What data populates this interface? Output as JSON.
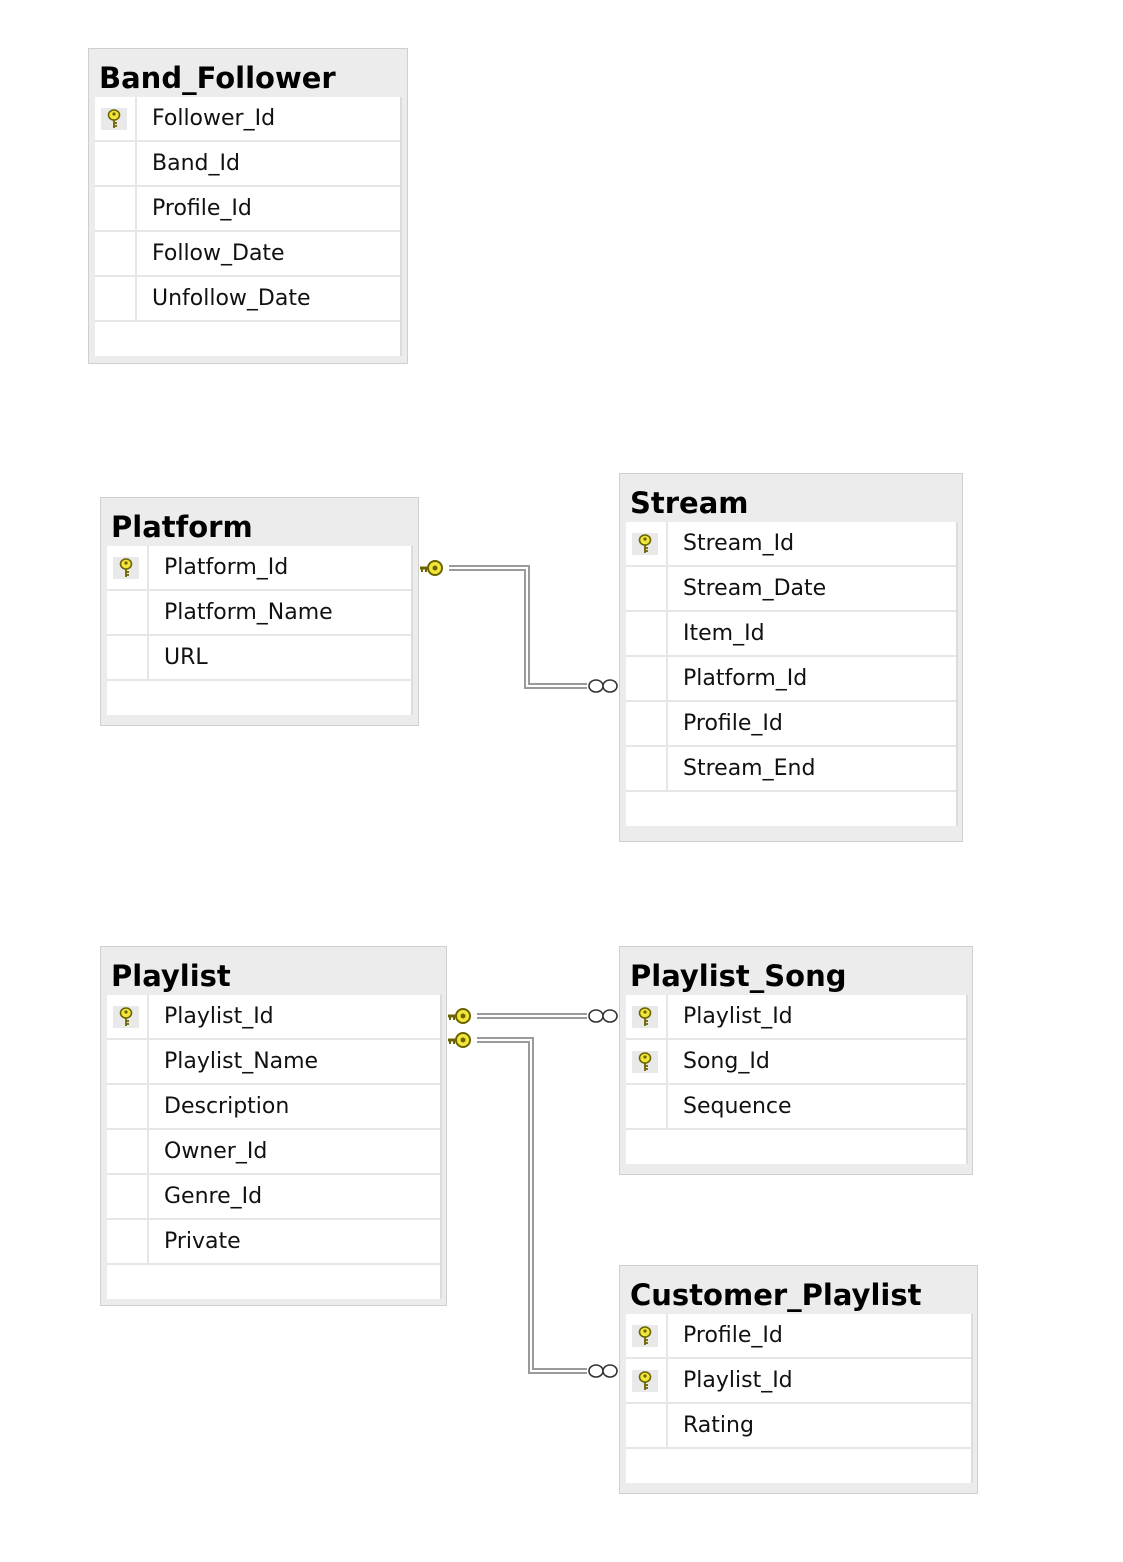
{
  "tables": {
    "band_follower": {
      "name": "Band_Follower",
      "columns": [
        {
          "name": "Follower_Id",
          "pk": true
        },
        {
          "name": "Band_Id",
          "pk": false
        },
        {
          "name": "Profile_Id",
          "pk": false
        },
        {
          "name": "Follow_Date",
          "pk": false
        },
        {
          "name": "Unfollow_Date",
          "pk": false
        }
      ]
    },
    "platform": {
      "name": "Platform",
      "columns": [
        {
          "name": "Platform_Id",
          "pk": true
        },
        {
          "name": "Platform_Name",
          "pk": false
        },
        {
          "name": "URL",
          "pk": false
        }
      ]
    },
    "stream": {
      "name": "Stream",
      "columns": [
        {
          "name": "Stream_Id",
          "pk": true
        },
        {
          "name": "Stream_Date",
          "pk": false
        },
        {
          "name": "Item_Id",
          "pk": false
        },
        {
          "name": "Platform_Id",
          "pk": false
        },
        {
          "name": "Profile_Id",
          "pk": false
        },
        {
          "name": "Stream_End",
          "pk": false
        }
      ]
    },
    "playlist": {
      "name": "Playlist",
      "columns": [
        {
          "name": "Playlist_Id",
          "pk": true
        },
        {
          "name": "Playlist_Name",
          "pk": false
        },
        {
          "name": "Description",
          "pk": false
        },
        {
          "name": "Owner_Id",
          "pk": false
        },
        {
          "name": "Genre_Id",
          "pk": false
        },
        {
          "name": "Private",
          "pk": false
        }
      ]
    },
    "playlist_song": {
      "name": "Playlist_Song",
      "columns": [
        {
          "name": "Playlist_Id",
          "pk": true
        },
        {
          "name": "Song_Id",
          "pk": true
        },
        {
          "name": "Sequence",
          "pk": false
        }
      ]
    },
    "customer_playlist": {
      "name": "Customer_Playlist",
      "columns": [
        {
          "name": "Profile_Id",
          "pk": true
        },
        {
          "name": "Playlist_Id",
          "pk": true
        },
        {
          "name": "Rating",
          "pk": false
        }
      ]
    }
  },
  "relationships": [
    {
      "from": "Platform",
      "to": "Stream",
      "from_end": "one",
      "to_end": "many"
    },
    {
      "from": "Playlist",
      "to": "Playlist_Song",
      "from_end": "one",
      "to_end": "many"
    },
    {
      "from": "Playlist",
      "to": "Customer_Playlist",
      "from_end": "one",
      "to_end": "many"
    }
  ],
  "colors": {
    "key_fill": "#f2e63a",
    "key_stroke": "#6b6400",
    "header_bg": "#ececec",
    "line_color": "#9a9a9a"
  }
}
